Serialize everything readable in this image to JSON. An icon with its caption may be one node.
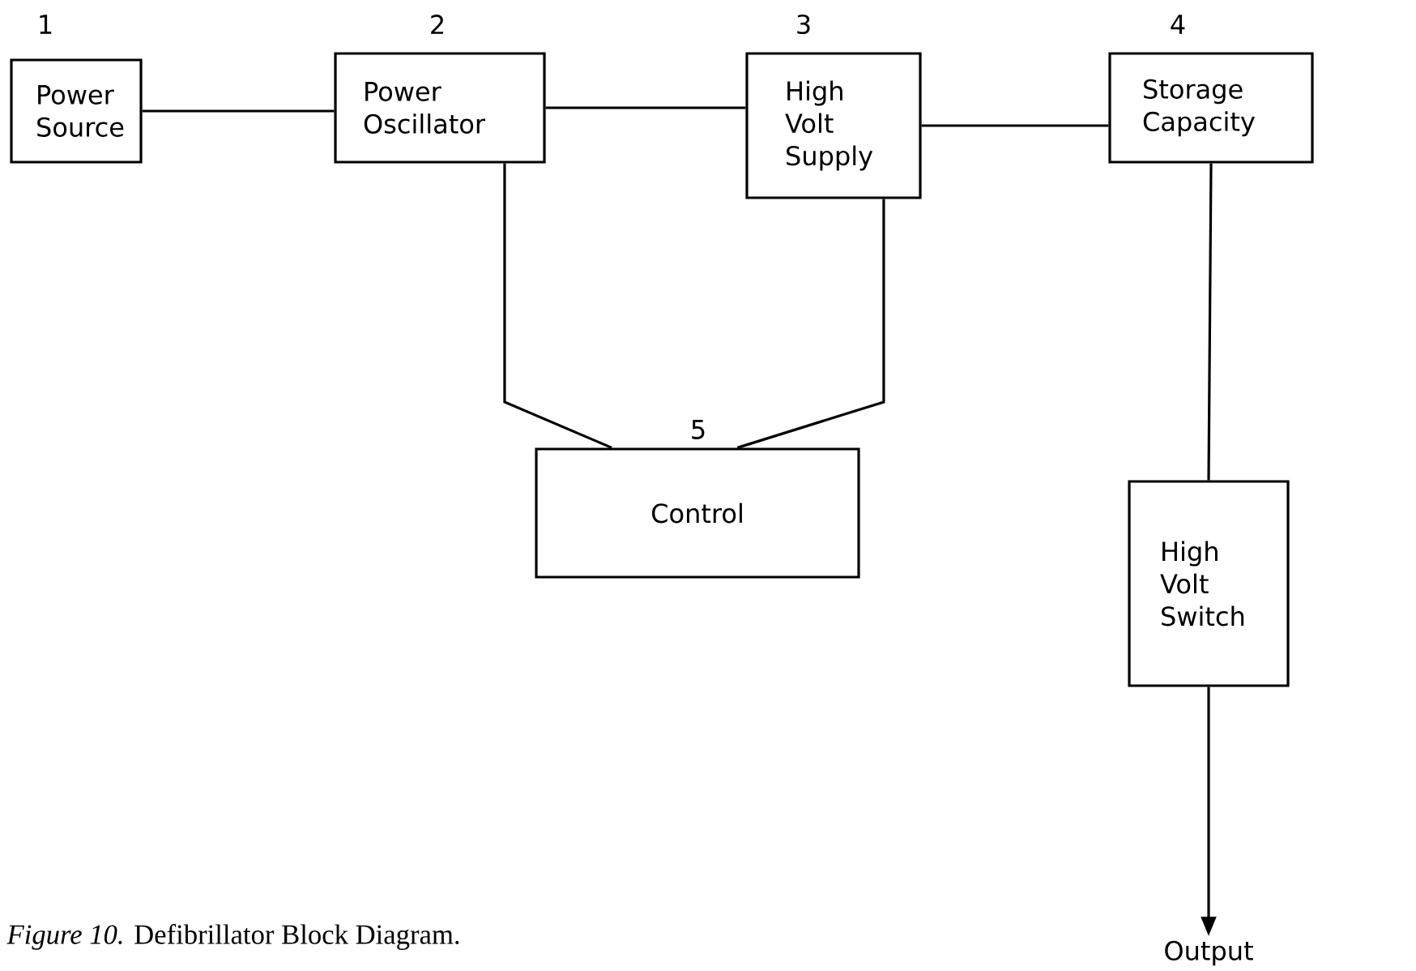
{
  "diagram": {
    "caption": "*Figure 10.* Defibrillator Block Diagram.",
    "nodes": [
      {
        "text": [
          "Power Source"
        ],
        "beside": [
          "1"
        ]
      },
      {
        "text": [
          "Power Oscillator"
        ],
        "beside": [
          "2"
        ]
      },
      {
        "text": [
          "High Volt Supply"
        ],
        "beside": [
          "3"
        ]
      },
      {
        "text": [
          "Storage Capacity"
        ],
        "beside": [
          "4"
        ]
      },
      {
        "text": [
          "Control"
        ],
        "beside": [
          "5"
        ]
      },
      {
        "text": [
          "High Volt Switch"
        ]
      },
      {
        "text": [
          "Output"
        ]
      }
    ],
    "edges": [
      {
        "from": 0,
        "to": 1,
        "arrow": "none"
      },
      {
        "from": 1,
        "to": 2,
        "arrow": "none"
      },
      {
        "from": 2,
        "to": 3,
        "arrow": "none"
      },
      {
        "from": 1,
        "to": 4,
        "arrow": "none"
      },
      {
        "from": 2,
        "to": 4,
        "arrow": "none"
      },
      {
        "from": 3,
        "to": 5,
        "arrow": "none"
      },
      {
        "from": 5,
        "to": 6,
        "arrow": "to"
      }
    ]
  }
}
